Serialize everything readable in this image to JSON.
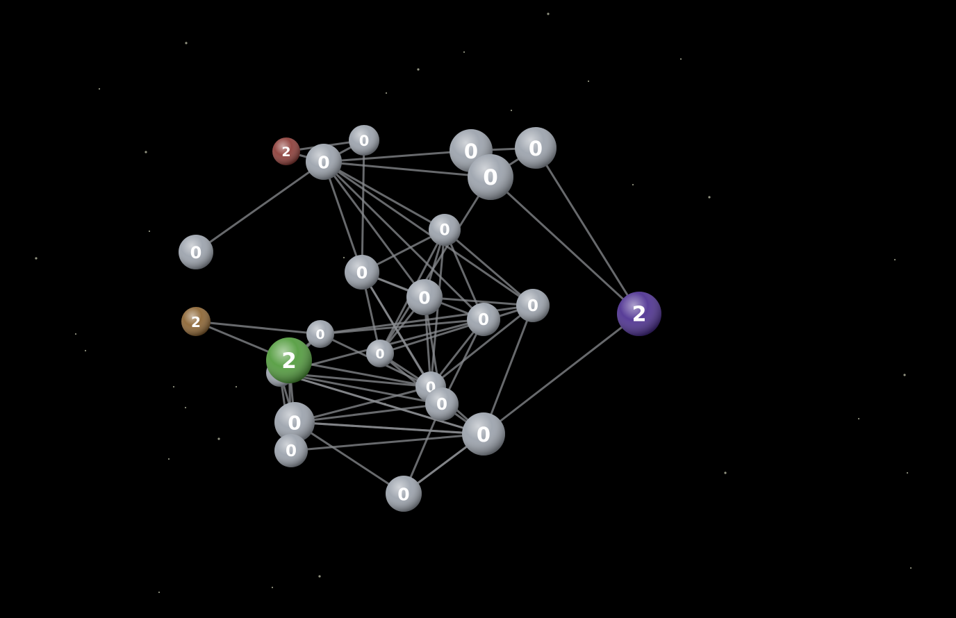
{
  "colors": {
    "background": "#000000",
    "edge": "#8a8c90",
    "node_default": "#9aa1ab",
    "star": "#cfd2b8"
  },
  "nodes": [
    {
      "id": "n1",
      "label": "0",
      "color": "#9aa1ab"
    },
    {
      "id": "n2",
      "label": "0",
      "color": "#9aa1ab"
    },
    {
      "id": "n3",
      "label": "2",
      "color": "#8a3a35"
    },
    {
      "id": "n4",
      "label": "0",
      "color": "#9aa1ab"
    },
    {
      "id": "n5",
      "label": "0",
      "color": "#9aa1ab"
    },
    {
      "id": "n6",
      "label": "0",
      "color": "#9aa1ab"
    },
    {
      "id": "n7",
      "label": "0",
      "color": "#9aa1ab"
    },
    {
      "id": "n8",
      "label": "0",
      "color": "#9aa1ab"
    },
    {
      "id": "n9",
      "label": "0",
      "color": "#9aa1ab"
    },
    {
      "id": "n10",
      "label": "0",
      "color": "#9aa1ab"
    },
    {
      "id": "n11",
      "label": "0",
      "color": "#9aa1ab"
    },
    {
      "id": "n12",
      "label": "0",
      "color": "#9aa1ab"
    },
    {
      "id": "n13",
      "label": "2",
      "color": "#4a2d8f"
    },
    {
      "id": "n14",
      "label": "2",
      "color": "#8a6230"
    },
    {
      "id": "n15",
      "label": "0",
      "color": "#9aa1ab"
    },
    {
      "id": "n16",
      "label": "0",
      "color": "#9aa1ab"
    },
    {
      "id": "n17",
      "label": "0",
      "color": "#9aa1ab"
    },
    {
      "id": "n18",
      "label": "2",
      "color": "#4f9a3a"
    },
    {
      "id": "n19",
      "label": "0",
      "color": "#9aa1ab"
    },
    {
      "id": "n20",
      "label": "0",
      "color": "#9aa1ab"
    },
    {
      "id": "n21",
      "label": "0",
      "color": "#9aa1ab"
    },
    {
      "id": "n22",
      "label": "0",
      "color": "#9aa1ab"
    },
    {
      "id": "n23",
      "label": "0",
      "color": "#9aa1ab"
    },
    {
      "id": "n24",
      "label": "0",
      "color": "#9aa1ab"
    },
    {
      "id": "n25",
      "label": "0",
      "color": "#9aa1ab"
    }
  ],
  "edges": [
    [
      "n1",
      "n2"
    ],
    [
      "n3",
      "n2"
    ],
    [
      "n3",
      "n1"
    ],
    [
      "n2",
      "n4"
    ],
    [
      "n2",
      "n6"
    ],
    [
      "n2",
      "n7"
    ],
    [
      "n2",
      "n8"
    ],
    [
      "n2",
      "n10"
    ],
    [
      "n2",
      "n11"
    ],
    [
      "n2",
      "n9"
    ],
    [
      "n1",
      "n8"
    ],
    [
      "n4",
      "n5"
    ],
    [
      "n4",
      "n6"
    ],
    [
      "n5",
      "n6"
    ],
    [
      "n6",
      "n13"
    ],
    [
      "n5",
      "n13"
    ],
    [
      "n6",
      "n12"
    ],
    [
      "n8",
      "n7"
    ],
    [
      "n8",
      "n9"
    ],
    [
      "n8",
      "n12"
    ],
    [
      "n8",
      "n10"
    ],
    [
      "n8",
      "n20"
    ],
    [
      "n8",
      "n21"
    ],
    [
      "n7",
      "n9"
    ],
    [
      "n7",
      "n11"
    ],
    [
      "n7",
      "n12"
    ],
    [
      "n7",
      "n20"
    ],
    [
      "n7",
      "n10"
    ],
    [
      "n9",
      "n11"
    ],
    [
      "n9",
      "n12"
    ],
    [
      "n9",
      "n20"
    ],
    [
      "n9",
      "n21"
    ],
    [
      "n11",
      "n12"
    ],
    [
      "n11",
      "n20"
    ],
    [
      "n11",
      "n22"
    ],
    [
      "n11",
      "n15"
    ],
    [
      "n12",
      "n21"
    ],
    [
      "n12",
      "n20"
    ],
    [
      "n14",
      "n15"
    ],
    [
      "n14",
      "n18"
    ],
    [
      "n15",
      "n18"
    ],
    [
      "n15",
      "n16"
    ],
    [
      "n15",
      "n20"
    ],
    [
      "n15",
      "n10"
    ],
    [
      "n16",
      "n18"
    ],
    [
      "n16",
      "n20"
    ],
    [
      "n16",
      "n21"
    ],
    [
      "n16",
      "n10"
    ],
    [
      "n16",
      "n22"
    ],
    [
      "n16",
      "n17"
    ],
    [
      "n18",
      "n19"
    ],
    [
      "n18",
      "n20"
    ],
    [
      "n18",
      "n17"
    ],
    [
      "n17",
      "n20"
    ],
    [
      "n17",
      "n22"
    ],
    [
      "n17",
      "n21"
    ],
    [
      "n17",
      "n23"
    ],
    [
      "n17",
      "n24"
    ],
    [
      "n19",
      "n22"
    ],
    [
      "n19",
      "n16"
    ],
    [
      "n19",
      "n17"
    ],
    [
      "n10",
      "n20"
    ],
    [
      "n10",
      "n21"
    ],
    [
      "n20",
      "n21"
    ],
    [
      "n20",
      "n22"
    ],
    [
      "n22",
      "n23"
    ],
    [
      "n22",
      "n21"
    ],
    [
      "n23",
      "n24"
    ],
    [
      "n24",
      "n13"
    ],
    [
      "n21",
      "n23"
    ],
    [
      "n16",
      "n24"
    ],
    [
      "n2",
      "n25"
    ]
  ]
}
